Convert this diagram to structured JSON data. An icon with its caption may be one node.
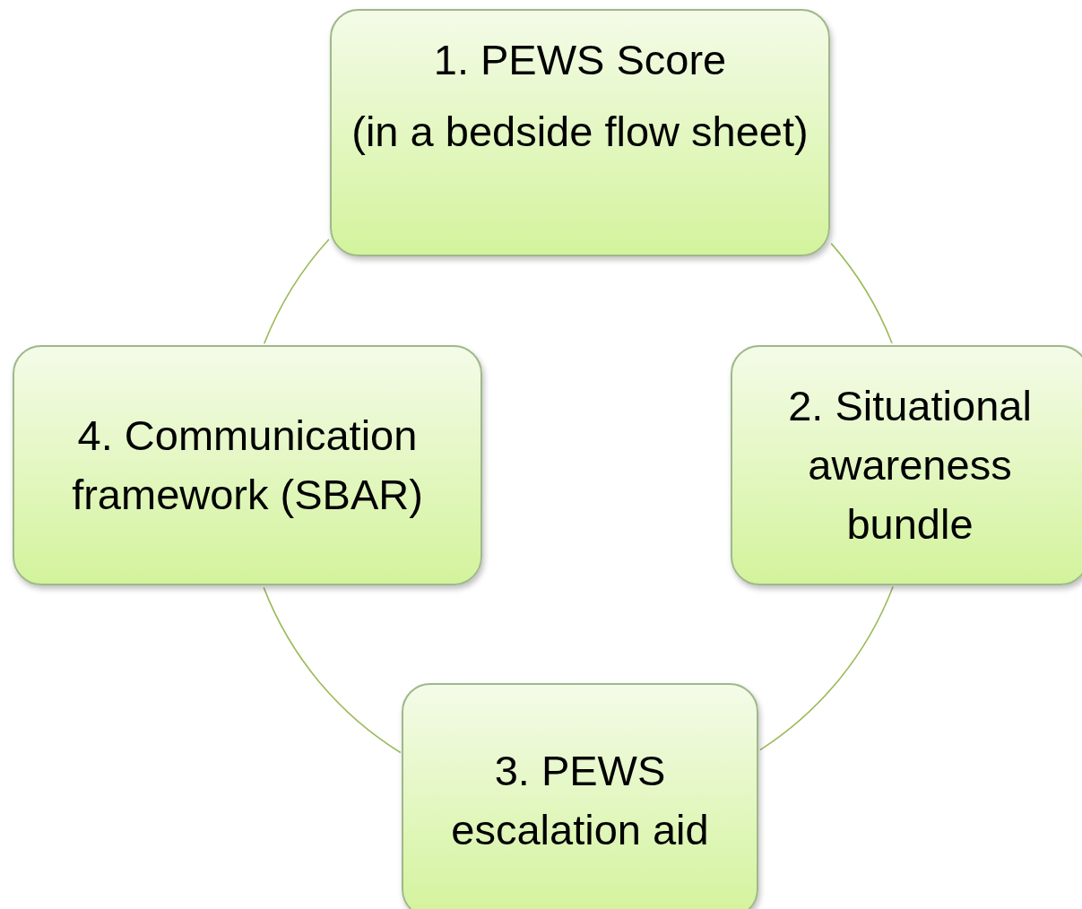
{
  "diagram": {
    "nodes": [
      {
        "text": [
          "1. PEWS Score",
          "(in a bedside flow sheet)"
        ]
      },
      {
        "text": [
          "2. Situational awareness bundle"
        ]
      },
      {
        "text": [
          "3. PEWS escalation aid"
        ]
      },
      {
        "text": [
          "4. Communication framework (SBAR)"
        ]
      }
    ],
    "edges": [
      {
        "from": 0,
        "to": 1,
        "arrow": "none"
      },
      {
        "from": 1,
        "to": 2,
        "arrow": "none"
      },
      {
        "from": 2,
        "to": 3,
        "arrow": "none"
      },
      {
        "from": 3,
        "to": 0,
        "arrow": "none"
      }
    ]
  }
}
